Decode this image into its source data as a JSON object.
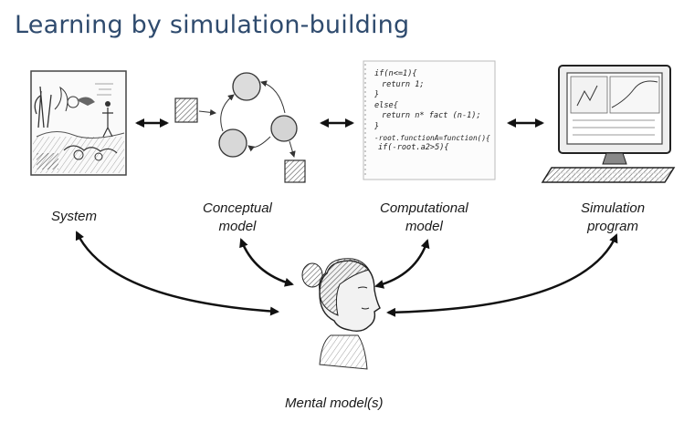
{
  "title": "Learning by simulation-building",
  "nodes": {
    "system": {
      "label": "System"
    },
    "conceptual": {
      "line1": "Conceptual",
      "line2": "model"
    },
    "computational": {
      "line1": "Computational",
      "line2": "model"
    },
    "simulation": {
      "line1": "Simulation",
      "line2": "program"
    },
    "mental": {
      "label": "Mental model(s)"
    }
  },
  "code_lines": [
    "if(n<=1){",
    "return 1;",
    "}",
    "else{",
    "return n* fact (n-1);",
    "}",
    "-root.functionA=function(){",
    "if(-root.a2>5){"
  ]
}
